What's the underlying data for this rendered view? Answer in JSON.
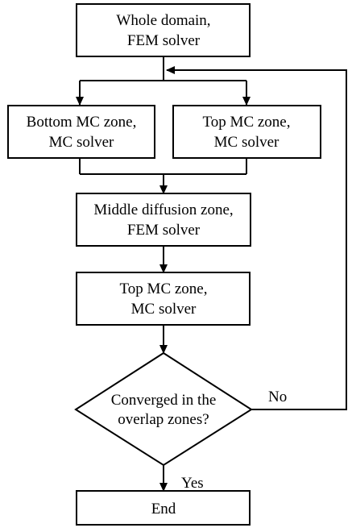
{
  "nodes": {
    "whole_domain": {
      "line1": "Whole domain,",
      "line2": "FEM solver"
    },
    "bottom_mc": {
      "line1": "Bottom MC zone,",
      "line2": "MC solver"
    },
    "top_mc_1": {
      "line1": "Top MC zone,",
      "line2": "MC solver"
    },
    "middle_diffusion": {
      "line1": "Middle diffusion zone,",
      "line2": "FEM solver"
    },
    "top_mc_2": {
      "line1": "Top MC zone,",
      "line2": "MC solver"
    },
    "decision": {
      "line1": "Converged in the",
      "line2": "overlap zones?"
    },
    "end": {
      "label": "End"
    }
  },
  "edge_labels": {
    "no": "No",
    "yes": "Yes"
  },
  "colors": {
    "stroke": "#000000",
    "fill": "#ffffff"
  }
}
